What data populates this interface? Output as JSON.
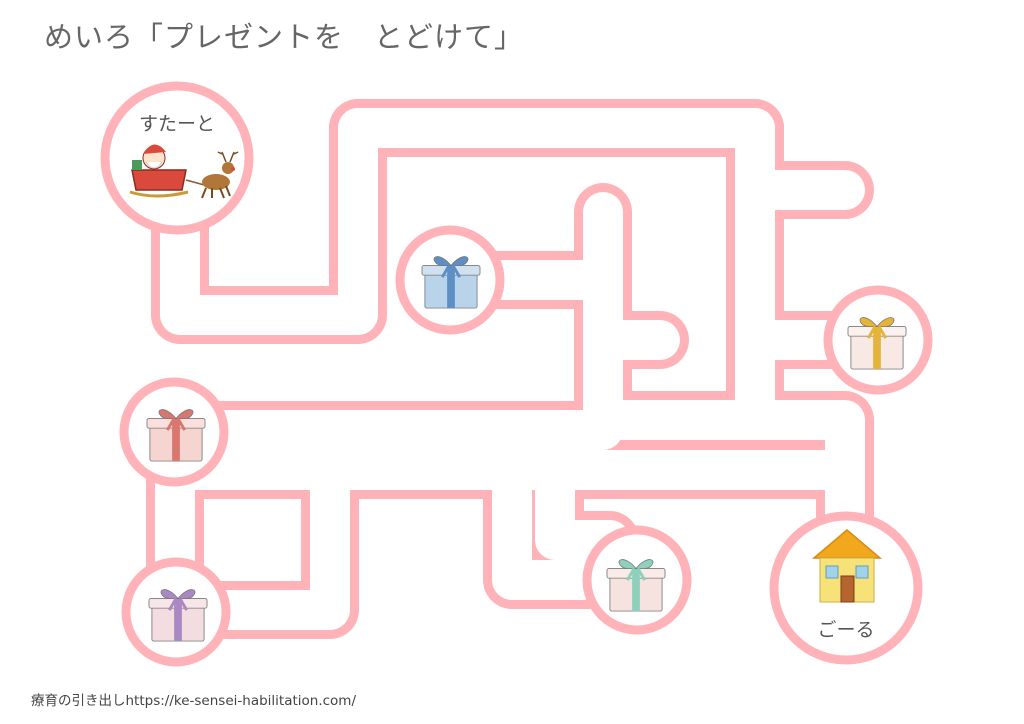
{
  "title": "めいろ「プレゼントを　とどけて」",
  "start_label": "すたーと",
  "goal_label": "ごーる",
  "footer": "療育の引き出しhttps://ke-sensei-habilitation.com/",
  "colors": {
    "path_outline": "#ffb3b8",
    "path_fill": "#ffffff",
    "text": "#666666"
  },
  "icons": [
    "santa-sleigh-icon",
    "gift-blue-icon",
    "gift-yellow-icon",
    "gift-pink-icon",
    "gift-purple-icon",
    "gift-mint-icon",
    "house-icon"
  ]
}
